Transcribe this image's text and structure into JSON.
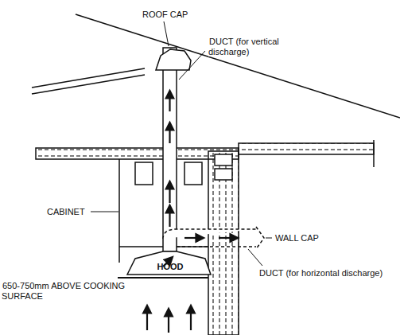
{
  "diagram": {
    "nodes": [
      {
        "text": [
          "HOOD"
        ]
      }
    ],
    "labels": [
      "ROOF CAP",
      "DUCT (for vertical discharge)",
      "CABINET",
      "WALL CAP",
      "DUCT (for horizontal discharge)",
      "650-750mm ABOVE COOKING SURFACE"
    ]
  }
}
